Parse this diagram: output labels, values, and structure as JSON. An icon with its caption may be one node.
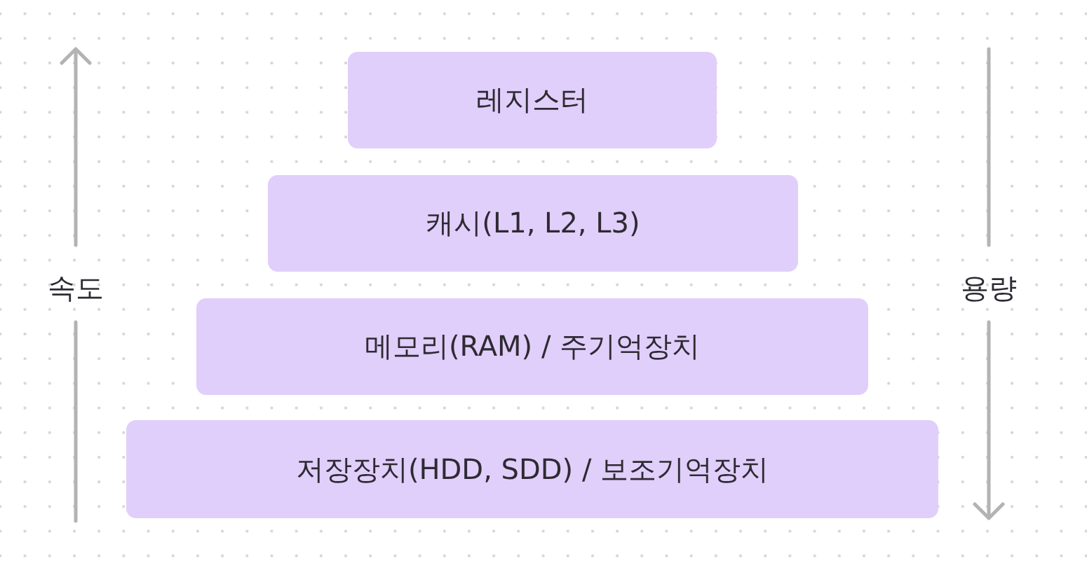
{
  "diagram": {
    "nodes": [
      {
        "text": [
          "레지스터"
        ]
      },
      {
        "text": [
          "캐시(L1, L2, L3)"
        ]
      },
      {
        "text": [
          "메모리(RAM) / 주기억장치"
        ]
      },
      {
        "text": [
          "저장장치(HDD, SDD) / 보조기억장치"
        ]
      }
    ],
    "labels": [
      "속도",
      "용량"
    ]
  }
}
